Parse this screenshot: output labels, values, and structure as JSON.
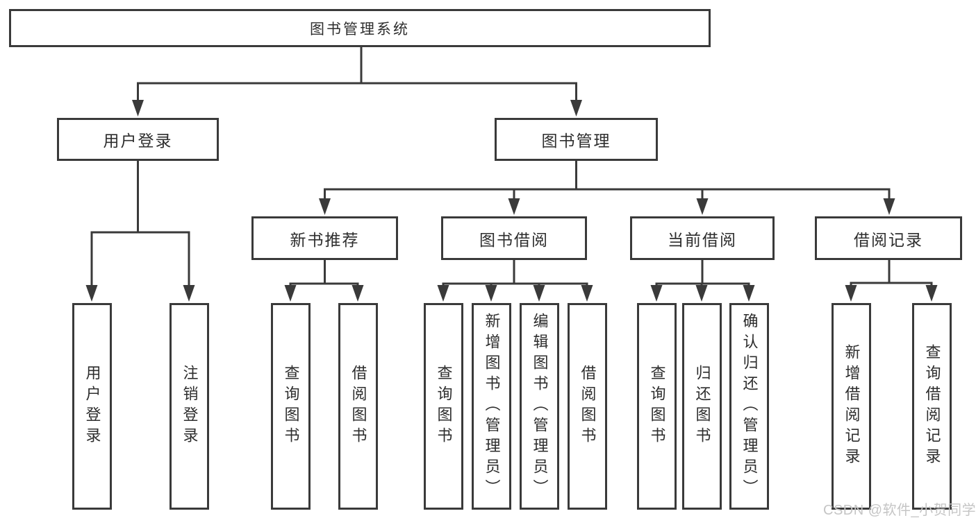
{
  "diagram_title": "图书管理系统",
  "nodes": {
    "root": {
      "label": "图书管理系统"
    },
    "user_login": {
      "label": "用户登录"
    },
    "book_management": {
      "label": "图书管理"
    },
    "new_book_recommend": {
      "label": "新书推荐"
    },
    "book_borrow": {
      "label": "图书借阅"
    },
    "current_borrow": {
      "label": "当前借阅"
    },
    "borrow_records": {
      "label": "借阅记录"
    },
    "leaf_user_login": {
      "label": "用户登录"
    },
    "leaf_logout": {
      "label": "注销登录"
    },
    "leaf_query_book_recommend": {
      "label": "查询图书"
    },
    "leaf_borrow_book_recommend": {
      "label": "借阅图书"
    },
    "leaf_query_book_borrow": {
      "label": "查询图书"
    },
    "leaf_add_book_admin": {
      "label": "新增图书（管理员）"
    },
    "leaf_edit_book_admin": {
      "label": "编辑图书（管理员）"
    },
    "leaf_borrow_book_borrow": {
      "label": "借阅图书"
    },
    "leaf_query_book_current": {
      "label": "查询图书"
    },
    "leaf_return_book": {
      "label": "归还图书"
    },
    "leaf_confirm_return_admin": {
      "label": "确认归还（管理员）"
    },
    "leaf_add_borrow_record": {
      "label": "新增借阅记录"
    },
    "leaf_query_borrow_record": {
      "label": "查询借阅记录"
    }
  },
  "hierarchy": [
    {
      "parent": "图书管理系统",
      "children": [
        "用户登录",
        "图书管理"
      ]
    },
    {
      "parent": "用户登录",
      "children": [
        "用户登录",
        "注销登录"
      ]
    },
    {
      "parent": "图书管理",
      "children": [
        "新书推荐",
        "图书借阅",
        "当前借阅",
        "借阅记录"
      ]
    },
    {
      "parent": "新书推荐",
      "children": [
        "查询图书",
        "借阅图书"
      ]
    },
    {
      "parent": "图书借阅",
      "children": [
        "查询图书",
        "新增图书（管理员）",
        "编辑图书（管理员）",
        "借阅图书"
      ]
    },
    {
      "parent": "当前借阅",
      "children": [
        "查询图书",
        "归还图书",
        "确认归还（管理员）"
      ]
    },
    {
      "parent": "借阅记录",
      "children": [
        "新增借阅记录",
        "查询借阅记录"
      ]
    }
  ],
  "watermark": {
    "text": "CSDN @软件_小贺同学",
    "color": "#c5c5c5"
  },
  "colors": {
    "line": "#3a3a3a",
    "text": "#2d2d2d",
    "background": "#ffffff"
  }
}
